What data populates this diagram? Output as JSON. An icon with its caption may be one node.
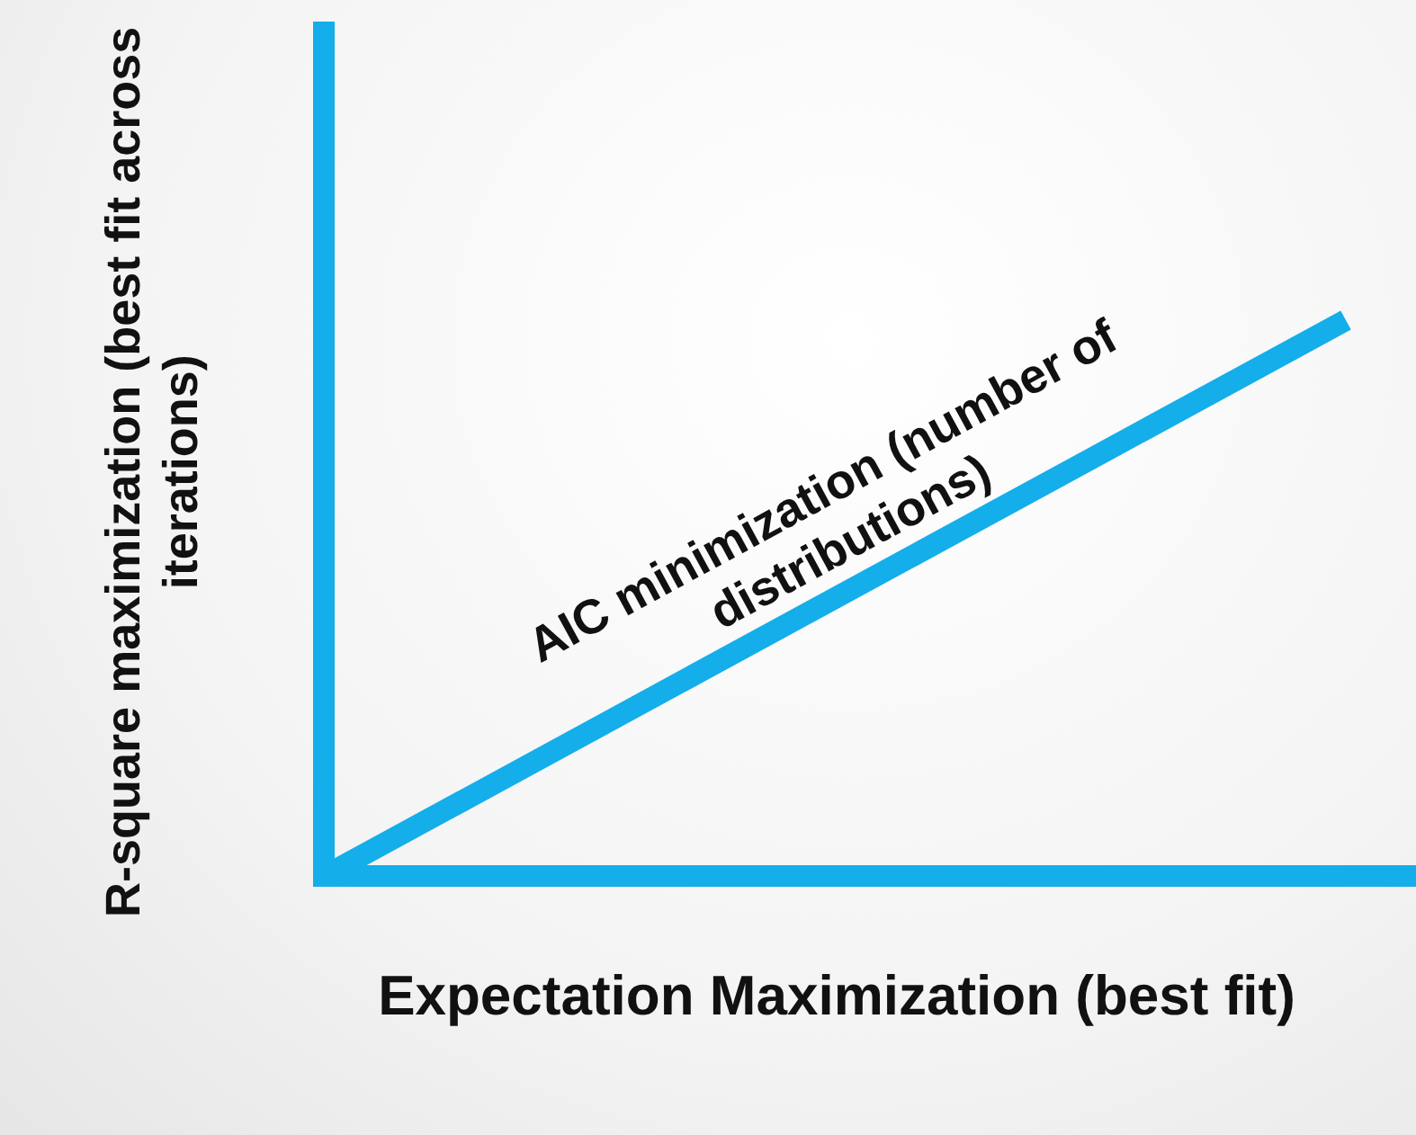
{
  "diagram": {
    "labels": [
      "R-square maximization (best fit across iterations)",
      "AIC minimization (number of distributions)",
      "Expectation Maximization (best fit)"
    ]
  }
}
